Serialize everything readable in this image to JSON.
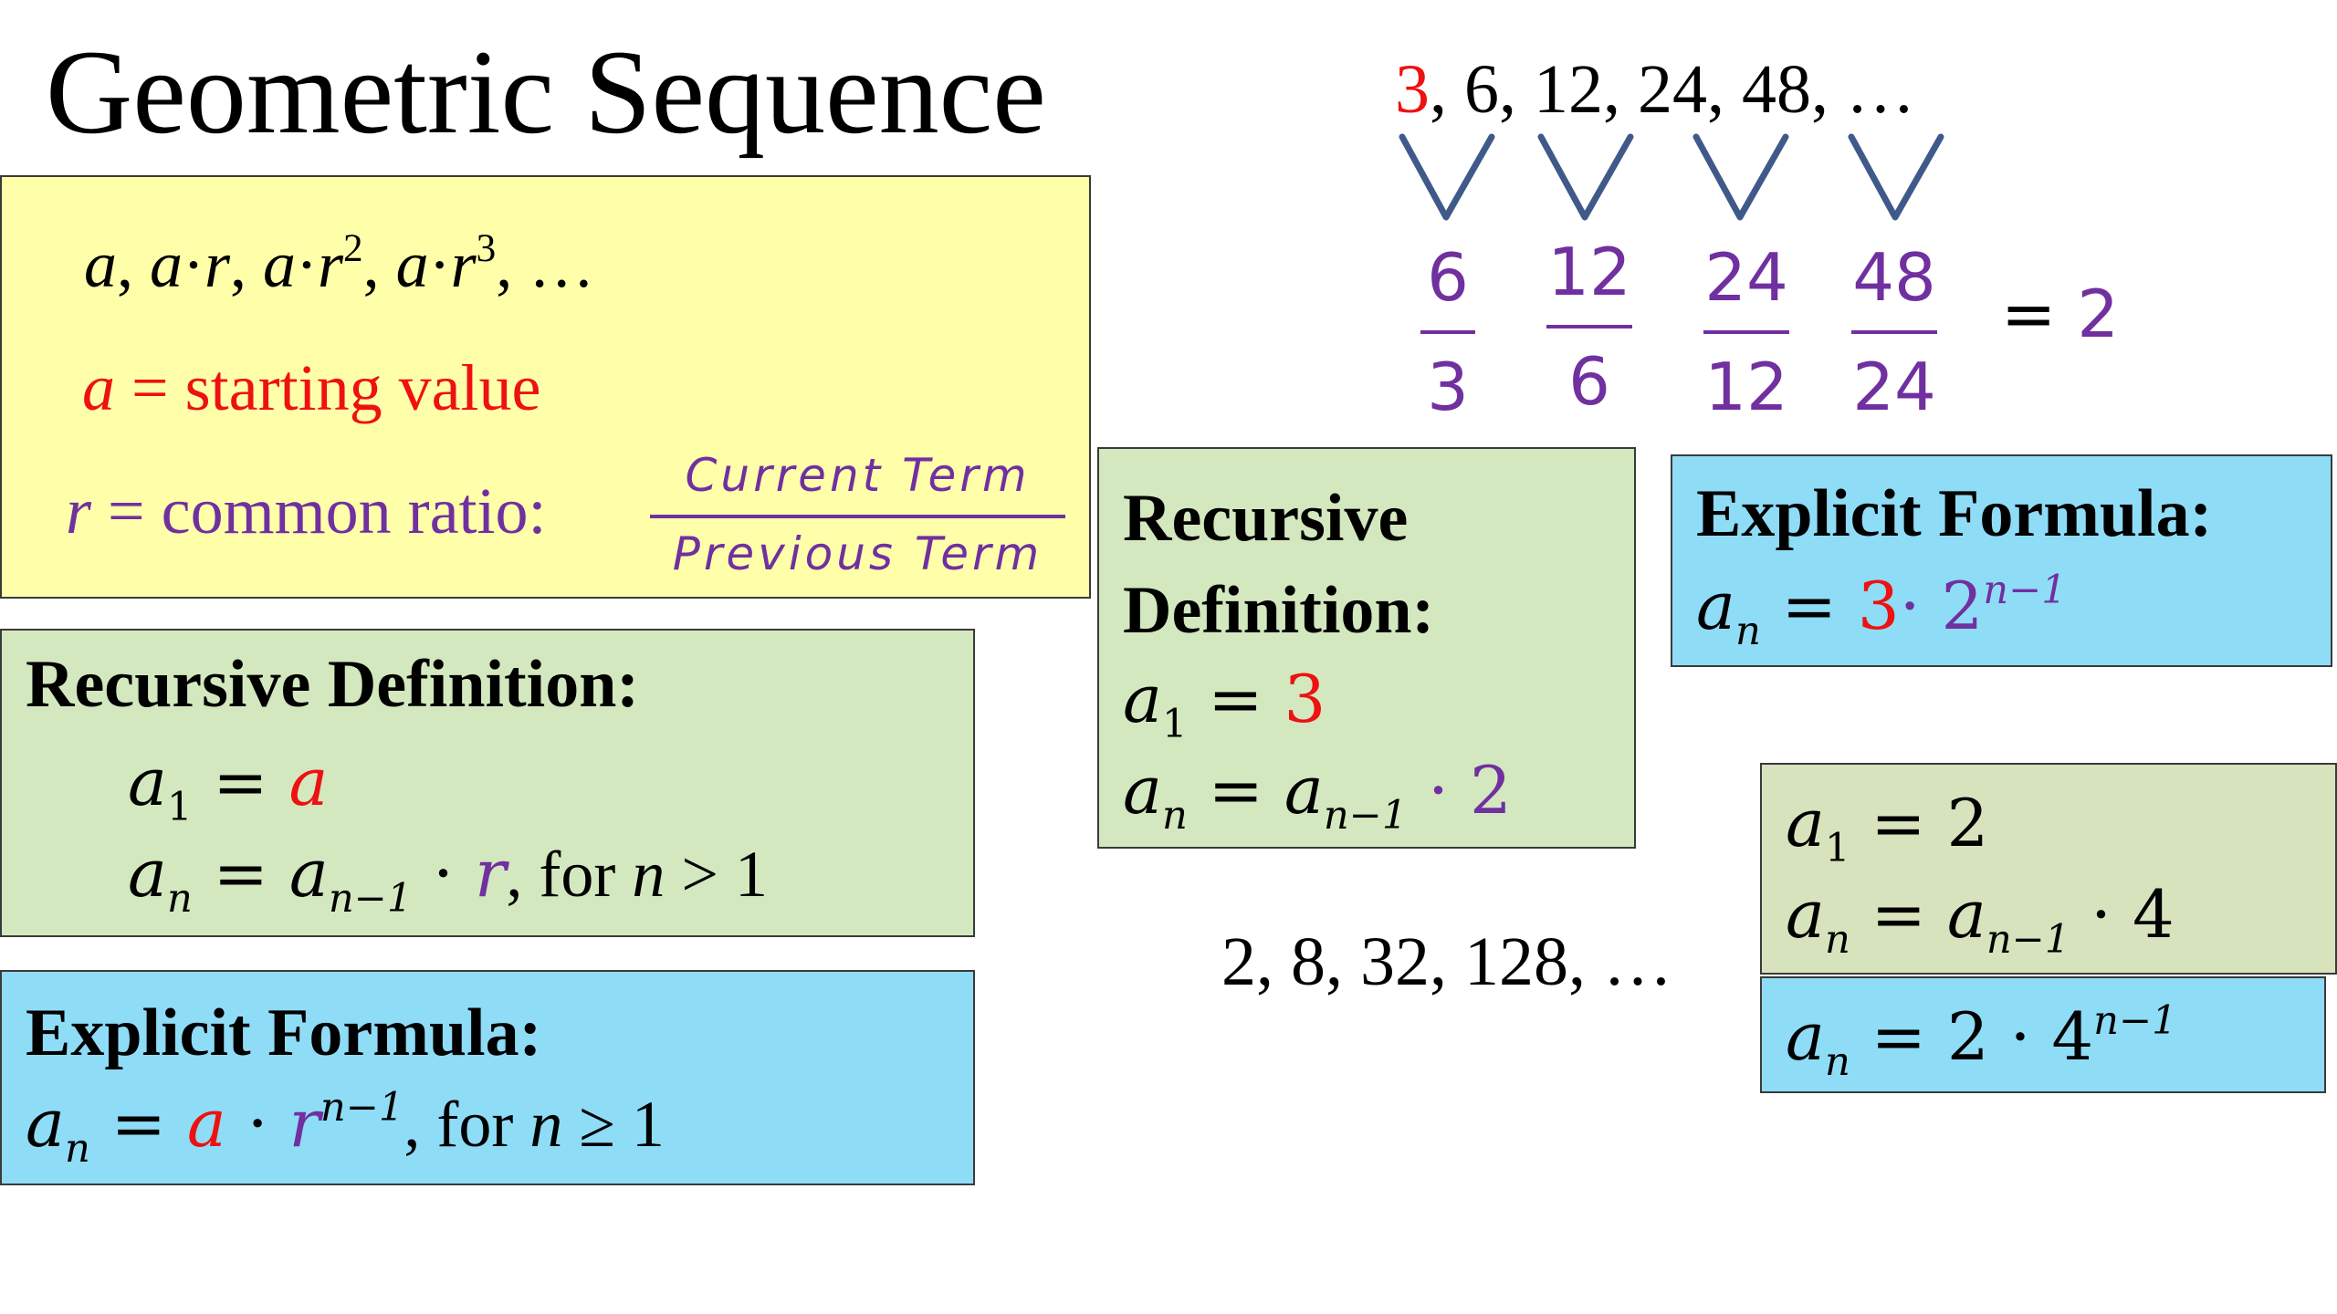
{
  "title": "Geometric Sequence",
  "general": {
    "sequence": {
      "t1": "a",
      "sep1": ",  ",
      "t2a": "a",
      "dot": "·",
      "t2b": "r",
      "sep2": ",  ",
      "t3a": "a",
      "t3b": "r",
      "exp2": "2",
      "sep3": ",  ",
      "t4a": "a",
      "t4b": "r",
      "exp3": "3",
      "tail": ", …"
    },
    "a_symbol": "a",
    "a_def": " = starting value",
    "r_symbol": "r",
    "r_def": " = common ratio: ",
    "frac_num": "Current Term",
    "frac_den": "Previous Term"
  },
  "recursive_general": {
    "heading": "Recursive Definition:",
    "l1_var": "a",
    "l1_sub": "1",
    "l1_eq": " = ",
    "l1_val": "a",
    "l2_var": "a",
    "l2_sub": "n",
    "l2_eq": " = ",
    "l2_prev": "a",
    "l2_prevsub": "n−1",
    "l2_dot": " · ",
    "l2_r": "r",
    "l2_tail": ", for ",
    "l2_n": "n",
    "l2_cond": " > 1"
  },
  "explicit_general": {
    "heading": "Explicit Formula:",
    "var": "a",
    "sub": "n",
    "eq": " = ",
    "a": "a",
    "dot": " · ",
    "r": "r",
    "exp": "n−1",
    "tail": ",  for ",
    "n": "n",
    "cond": " ≥ 1"
  },
  "example1": {
    "first": "3",
    "rest": ",  6,  12,  24,  48, …",
    "fractions": [
      {
        "num": "6",
        "den": "3"
      },
      {
        "num": "12",
        "den": "6"
      },
      {
        "num": "24",
        "den": "12"
      },
      {
        "num": "48",
        "den": "24"
      }
    ],
    "result_eq": "= ",
    "result": "2",
    "recursive": {
      "heading1": "Recursive",
      "heading2": "Definition:",
      "l1_var": "a",
      "l1_sub": "1",
      "l1_eq": " =  ",
      "l1_val": "3",
      "l2_var": "a",
      "l2_sub": "n",
      "l2_eq": " = ",
      "l2_prev": "a",
      "l2_prevsub": "n−1",
      "l2_tail": " · 2"
    },
    "explicit": {
      "heading": "Explicit Formula:",
      "var": "a",
      "sub": "n",
      "eq": " =  ",
      "base": "3",
      "rest": "· 2",
      "exp": "n−1"
    }
  },
  "example2": {
    "sequence": "2,  8,  32,  128, …",
    "recursive": {
      "l1_var": "a",
      "l1_sub": "1",
      "l1_rest": " = 2",
      "l2_var": "a",
      "l2_sub": "n",
      "l2_eq": " = ",
      "l2_prev": "a",
      "l2_prevsub": "n−1",
      "l2_tail": " · 4"
    },
    "explicit": {
      "var": "a",
      "sub": "n",
      "rest": " = 2 · 4",
      "exp": "n−1"
    }
  },
  "colors": {
    "red": "#ee1111",
    "purple": "#7030a0",
    "yellow": "#ffffaa",
    "green": "#d3e8bf",
    "blue": "#8fdcf7"
  }
}
